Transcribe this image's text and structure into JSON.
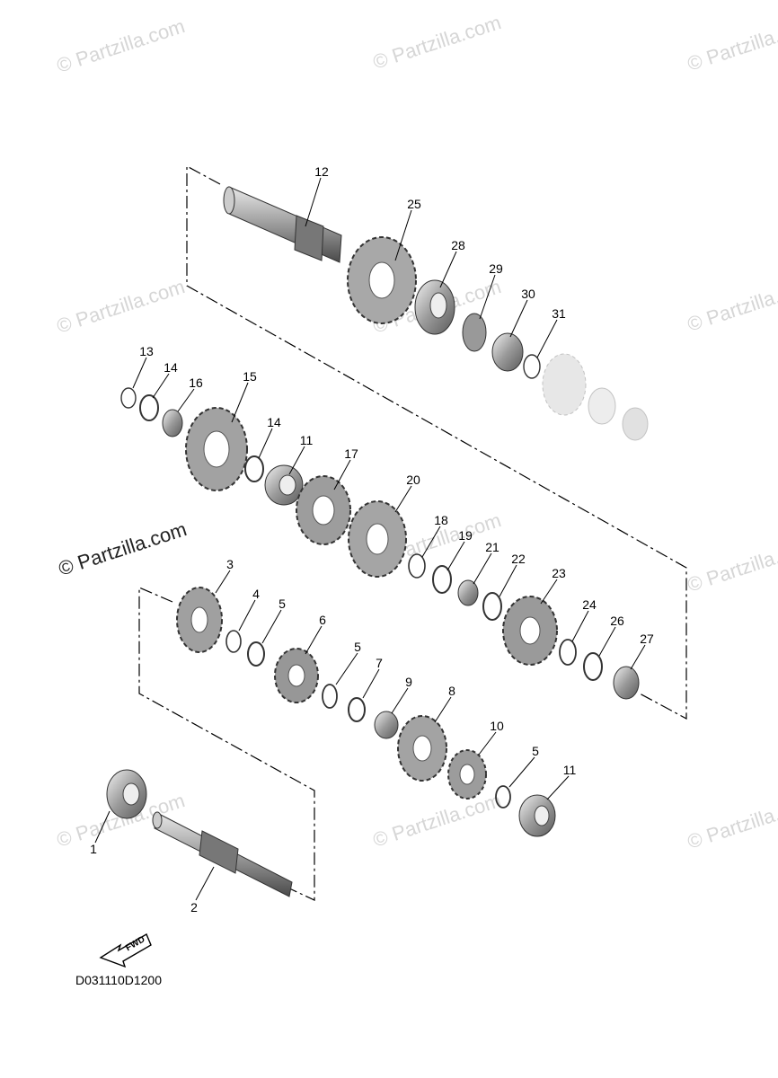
{
  "diagram": {
    "watermark": "© Partzilla.com",
    "drawing_code": "D031110D1200",
    "fwd_label": "FWD",
    "callouts": [
      "1",
      "2",
      "3",
      "4",
      "5",
      "6",
      "7",
      "8",
      "9",
      "10",
      "11",
      "12",
      "13",
      "14",
      "15",
      "16",
      "17",
      "18",
      "19",
      "20",
      "21",
      "22",
      "23",
      "24",
      "25",
      "26",
      "27",
      "28",
      "29",
      "30",
      "31"
    ],
    "labels": [
      {
        "id": "1",
        "text": "1"
      },
      {
        "id": "2",
        "text": "2"
      },
      {
        "id": "3",
        "text": "3"
      },
      {
        "id": "4",
        "text": "4"
      },
      {
        "id": "5a",
        "text": "5"
      },
      {
        "id": "5b",
        "text": "5"
      },
      {
        "id": "5c",
        "text": "5"
      },
      {
        "id": "6",
        "text": "6"
      },
      {
        "id": "7",
        "text": "7"
      },
      {
        "id": "8",
        "text": "8"
      },
      {
        "id": "9",
        "text": "9"
      },
      {
        "id": "10",
        "text": "10"
      },
      {
        "id": "11a",
        "text": "11"
      },
      {
        "id": "11b",
        "text": "11"
      },
      {
        "id": "12",
        "text": "12"
      },
      {
        "id": "13",
        "text": "13"
      },
      {
        "id": "14a",
        "text": "14"
      },
      {
        "id": "14b",
        "text": "14"
      },
      {
        "id": "15",
        "text": "15"
      },
      {
        "id": "16",
        "text": "16"
      },
      {
        "id": "17",
        "text": "17"
      },
      {
        "id": "18",
        "text": "18"
      },
      {
        "id": "19",
        "text": "19"
      },
      {
        "id": "20",
        "text": "20"
      },
      {
        "id": "21",
        "text": "21"
      },
      {
        "id": "22",
        "text": "22"
      },
      {
        "id": "23",
        "text": "23"
      },
      {
        "id": "24",
        "text": "24"
      },
      {
        "id": "25",
        "text": "25"
      },
      {
        "id": "26",
        "text": "26"
      },
      {
        "id": "27",
        "text": "27"
      },
      {
        "id": "28",
        "text": "28"
      },
      {
        "id": "29",
        "text": "29"
      },
      {
        "id": "30",
        "text": "30"
      },
      {
        "id": "31",
        "text": "31"
      }
    ]
  }
}
